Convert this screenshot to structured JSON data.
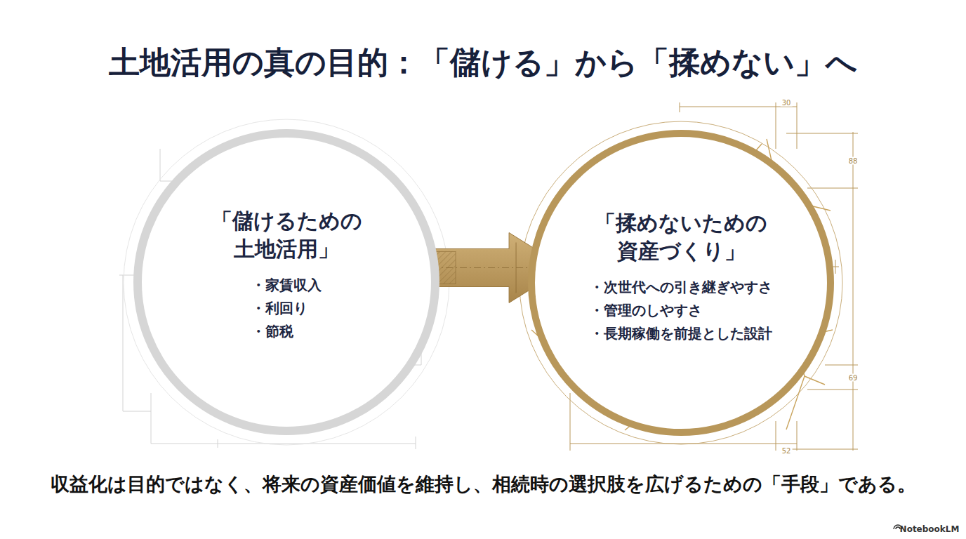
{
  "diagram": {
    "title": "土地活用の真の目的：「儲ける」から「揉めない」へ",
    "caption": "収益化は目的ではなく、将来の資産価値を維持し、相続時の選択肢を広げるための「手段」である。",
    "nodes": [
      {
        "text": [
          "「儲けるための 土地活用」",
          "・家賃収入",
          "・利回り",
          "・節税"
        ]
      },
      {
        "text": [
          "「揉めないための 資産づくり」",
          "・次世代への引き継ぎやすさ",
          "・管理のしやすさ",
          "・長期稼働を前提とした設計"
        ]
      }
    ],
    "edges": [
      {
        "from": 0,
        "to": 1,
        "arrow": "to"
      }
    ],
    "labels": [
      "30",
      "88",
      "69",
      "52",
      "NotebookLM"
    ]
  }
}
